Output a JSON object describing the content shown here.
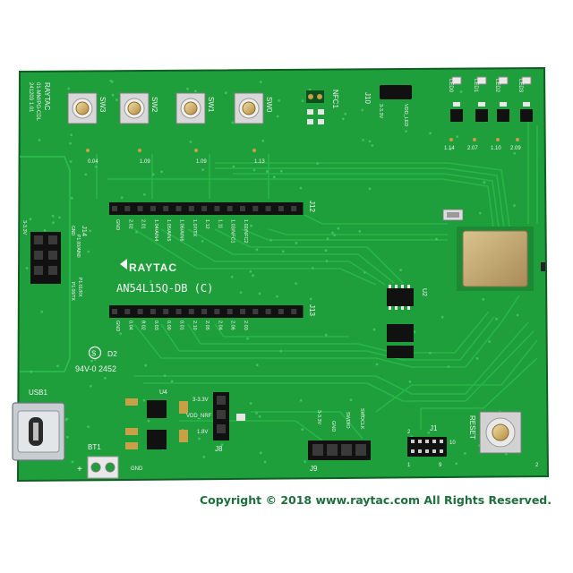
{
  "board": {
    "colors": {
      "solder_mask": "#1f9e3c",
      "solder_mask_dark": "#157a2d",
      "trace": "#27b648",
      "silkscreen": "#f2f2f2",
      "header_pin": "#111111",
      "gold_pad": "#c9a045",
      "module_shield": "#c8b07a",
      "usb_metal": "#c8cdd2"
    },
    "brand": "RAYTAC",
    "model": "AN54L15Q-DB (C)",
    "side_text": [
      "RAYTAC",
      "01-MM/PG-CDL",
      "241203 1.01"
    ],
    "cert": "94V-0 2452",
    "cert_mark": "D2",
    "buttons": [
      {
        "label": "SW3",
        "net": "0.04"
      },
      {
        "label": "SW2",
        "net": "1.09"
      },
      {
        "label": "SW1",
        "net": "1.09"
      },
      {
        "label": "SW0",
        "net": "1.13"
      }
    ],
    "nfc_label": "NFC1",
    "j10": {
      "label": "J10",
      "pins": [
        "3-3.3V",
        "VDD_LED"
      ]
    },
    "leds": {
      "labels": [
        "LED3",
        "LED2",
        "LED1",
        "LED0"
      ],
      "nets": [
        "1.14",
        "2.07",
        "1.10",
        "2.09"
      ]
    },
    "j12": {
      "label": "J12",
      "pins": [
        "GND",
        "2.02",
        "2.01",
        "1.04/AIN4",
        "1.05/AIN5",
        "1.06/AIN6",
        "1.07/TX",
        "1.12",
        "1.11",
        "1.03/NFC1",
        "1.02/NFC2"
      ]
    },
    "j13": {
      "label": "J13",
      "pins": [
        "GND",
        "0.04",
        "0.02",
        "0.03",
        "0.00",
        "0.01",
        "2.10",
        "2.05",
        "2.04",
        "2.06",
        "2.03"
      ]
    },
    "j14": {
      "label": "J14",
      "pins": [
        "3-3.3V",
        "GND",
        "P1.00/AIN0",
        "P1.01/RX",
        "P1.08/TX"
      ]
    },
    "u4": "U4",
    "u2": "U2",
    "j8": {
      "label": "J8",
      "pins": [
        "3-3.3V",
        "VDD_NRF",
        "1.8V"
      ]
    },
    "j9": {
      "label": "J9",
      "pins": [
        "3-3.3V",
        "GND",
        "SWDIO",
        "SWDCLK"
      ]
    },
    "j1": {
      "label": "J1",
      "pin_numbers": [
        "2",
        "10",
        "1",
        "9"
      ]
    },
    "reset_label": "RESET",
    "usb_label": "USB1",
    "bt1": {
      "label": "BT1",
      "plus": "+",
      "gnd": "GND"
    }
  },
  "copyright": "Copyright © 2018 www.raytac.com All Rights Reserved."
}
